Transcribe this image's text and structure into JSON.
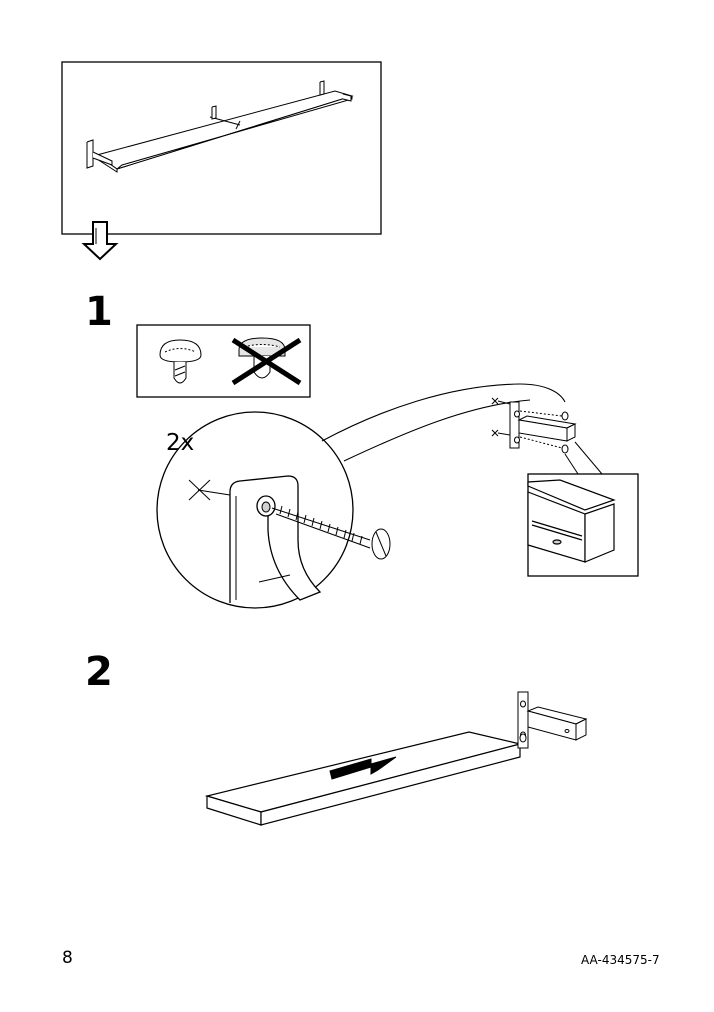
{
  "page": {
    "page_number": "8",
    "document_id": "AA-434575-7"
  },
  "overview": {
    "panel_icon": "assembled-shelf-overview-illustration",
    "next_arrow_icon": "down-arrow-icon"
  },
  "steps": [
    {
      "number": "1",
      "screw_quantity": "2x",
      "icons": [
        "screw-head-ok-icon",
        "screw-head-not-ok-icon",
        "bracket-screw-detail-illustration",
        "bracket-end-closeup-illustration"
      ]
    },
    {
      "number": "2",
      "icons": [
        "shelf-board-illustration",
        "slide-direction-arrow-icon",
        "wall-bracket-illustration"
      ]
    }
  ],
  "colors": {
    "ink": "#000000",
    "paper": "#ffffff",
    "shade": "#d0d0d0"
  }
}
